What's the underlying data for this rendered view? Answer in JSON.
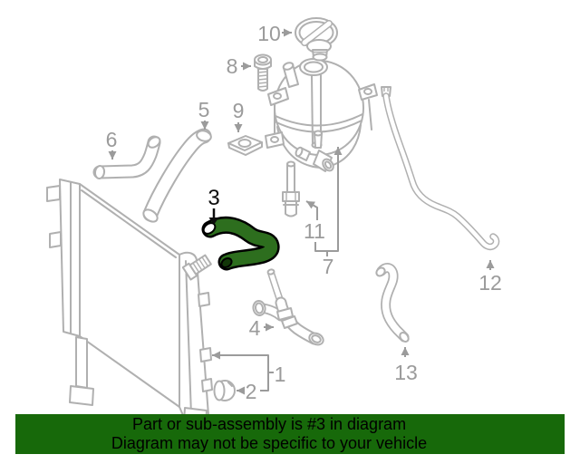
{
  "banner": {
    "line1": "Part or sub-assembly is #3 in diagram",
    "line2": "Diagram may not be specific to your vehicle",
    "background_color": "#17690a",
    "text_color": "#000000"
  },
  "diagram": {
    "highlighted_part_number": "3",
    "highlight_fill": "#2d6e1e",
    "line_color": "#b0b0b0",
    "label_color": "#9b9b9b",
    "parts": [
      {
        "label": "1"
      },
      {
        "label": "2"
      },
      {
        "label": "3"
      },
      {
        "label": "4"
      },
      {
        "label": "5"
      },
      {
        "label": "6"
      },
      {
        "label": "7"
      },
      {
        "label": "8"
      },
      {
        "label": "9"
      },
      {
        "label": "10"
      },
      {
        "label": "11"
      },
      {
        "label": "12"
      },
      {
        "label": "13"
      }
    ]
  }
}
